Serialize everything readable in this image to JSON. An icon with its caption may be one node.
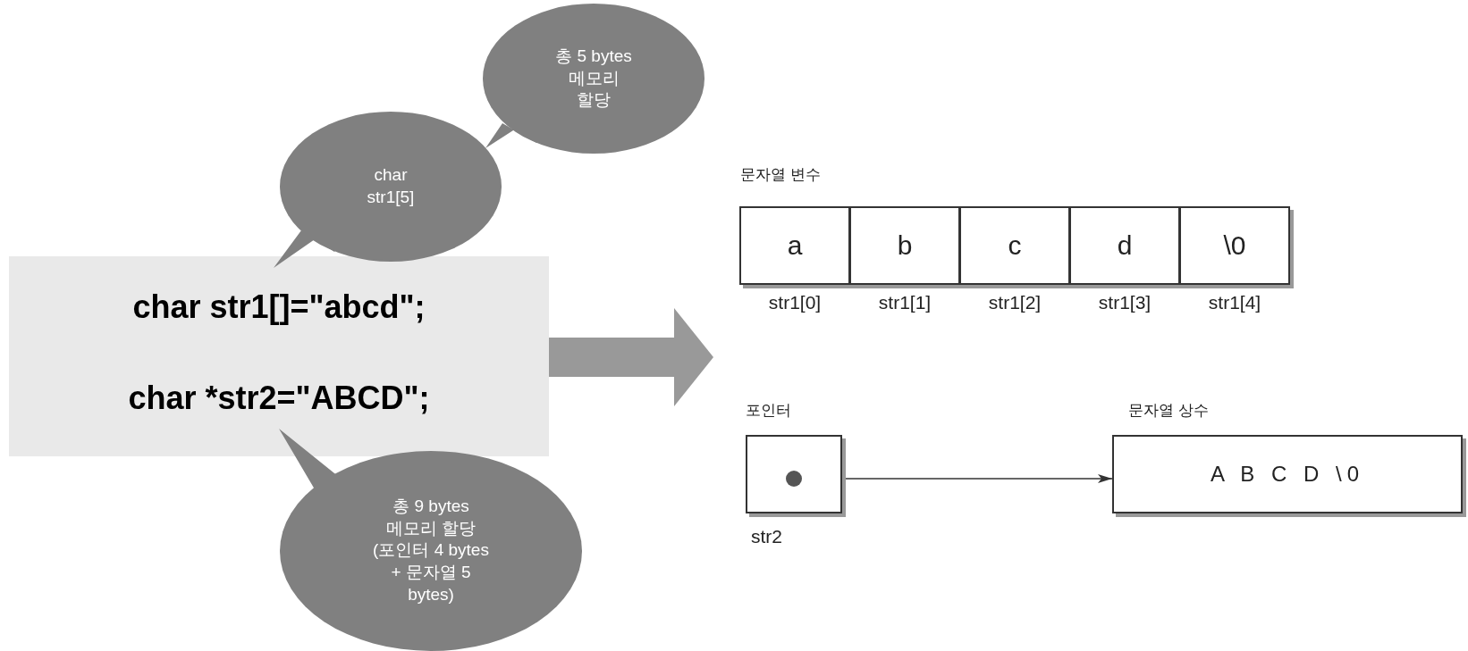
{
  "diagram": {
    "nodes": [
      {
        "text": [
          "char str1[]=\"abcd\";",
          "char *str2=\"ABCD\";"
        ]
      },
      {
        "text": [
          "char str1[5]"
        ]
      },
      {
        "text": [
          "총 5 bytes 메모리 할당"
        ]
      },
      {
        "text": [
          "총 9 bytes 메모리 할당 (포인터 4 bytes + 문자열 5 bytes)"
        ]
      },
      {
        "text": [
          "문자열 변수"
        ]
      },
      {
        "text": [
          "a"
        ],
        "in": 4,
        "beside": [
          "str1[0]"
        ]
      },
      {
        "text": [
          "b"
        ],
        "in": 4,
        "beside": [
          "str1[1]"
        ]
      },
      {
        "text": [
          "c"
        ],
        "in": 4,
        "beside": [
          "str1[2]"
        ]
      },
      {
        "text": [
          "d"
        ],
        "in": 4,
        "beside": [
          "str1[3]"
        ]
      },
      {
        "text": [
          "\\0"
        ],
        "in": 4,
        "beside": [
          "str1[4]"
        ]
      },
      {
        "text": [
          "포인터"
        ],
        "beside": [
          "str2"
        ]
      },
      {
        "text": [],
        "shape": "circle",
        "in": 10
      },
      {
        "text": [
          "문자열 상수",
          "A B C D \\0"
        ]
      }
    ],
    "edges": [
      {
        "from": 0,
        "to": 4,
        "arrow": "to",
        "style": "thick",
        "color": "#999999"
      },
      {
        "from": 11,
        "to": 12,
        "arrow": "to",
        "color": "#333333"
      }
    ]
  }
}
